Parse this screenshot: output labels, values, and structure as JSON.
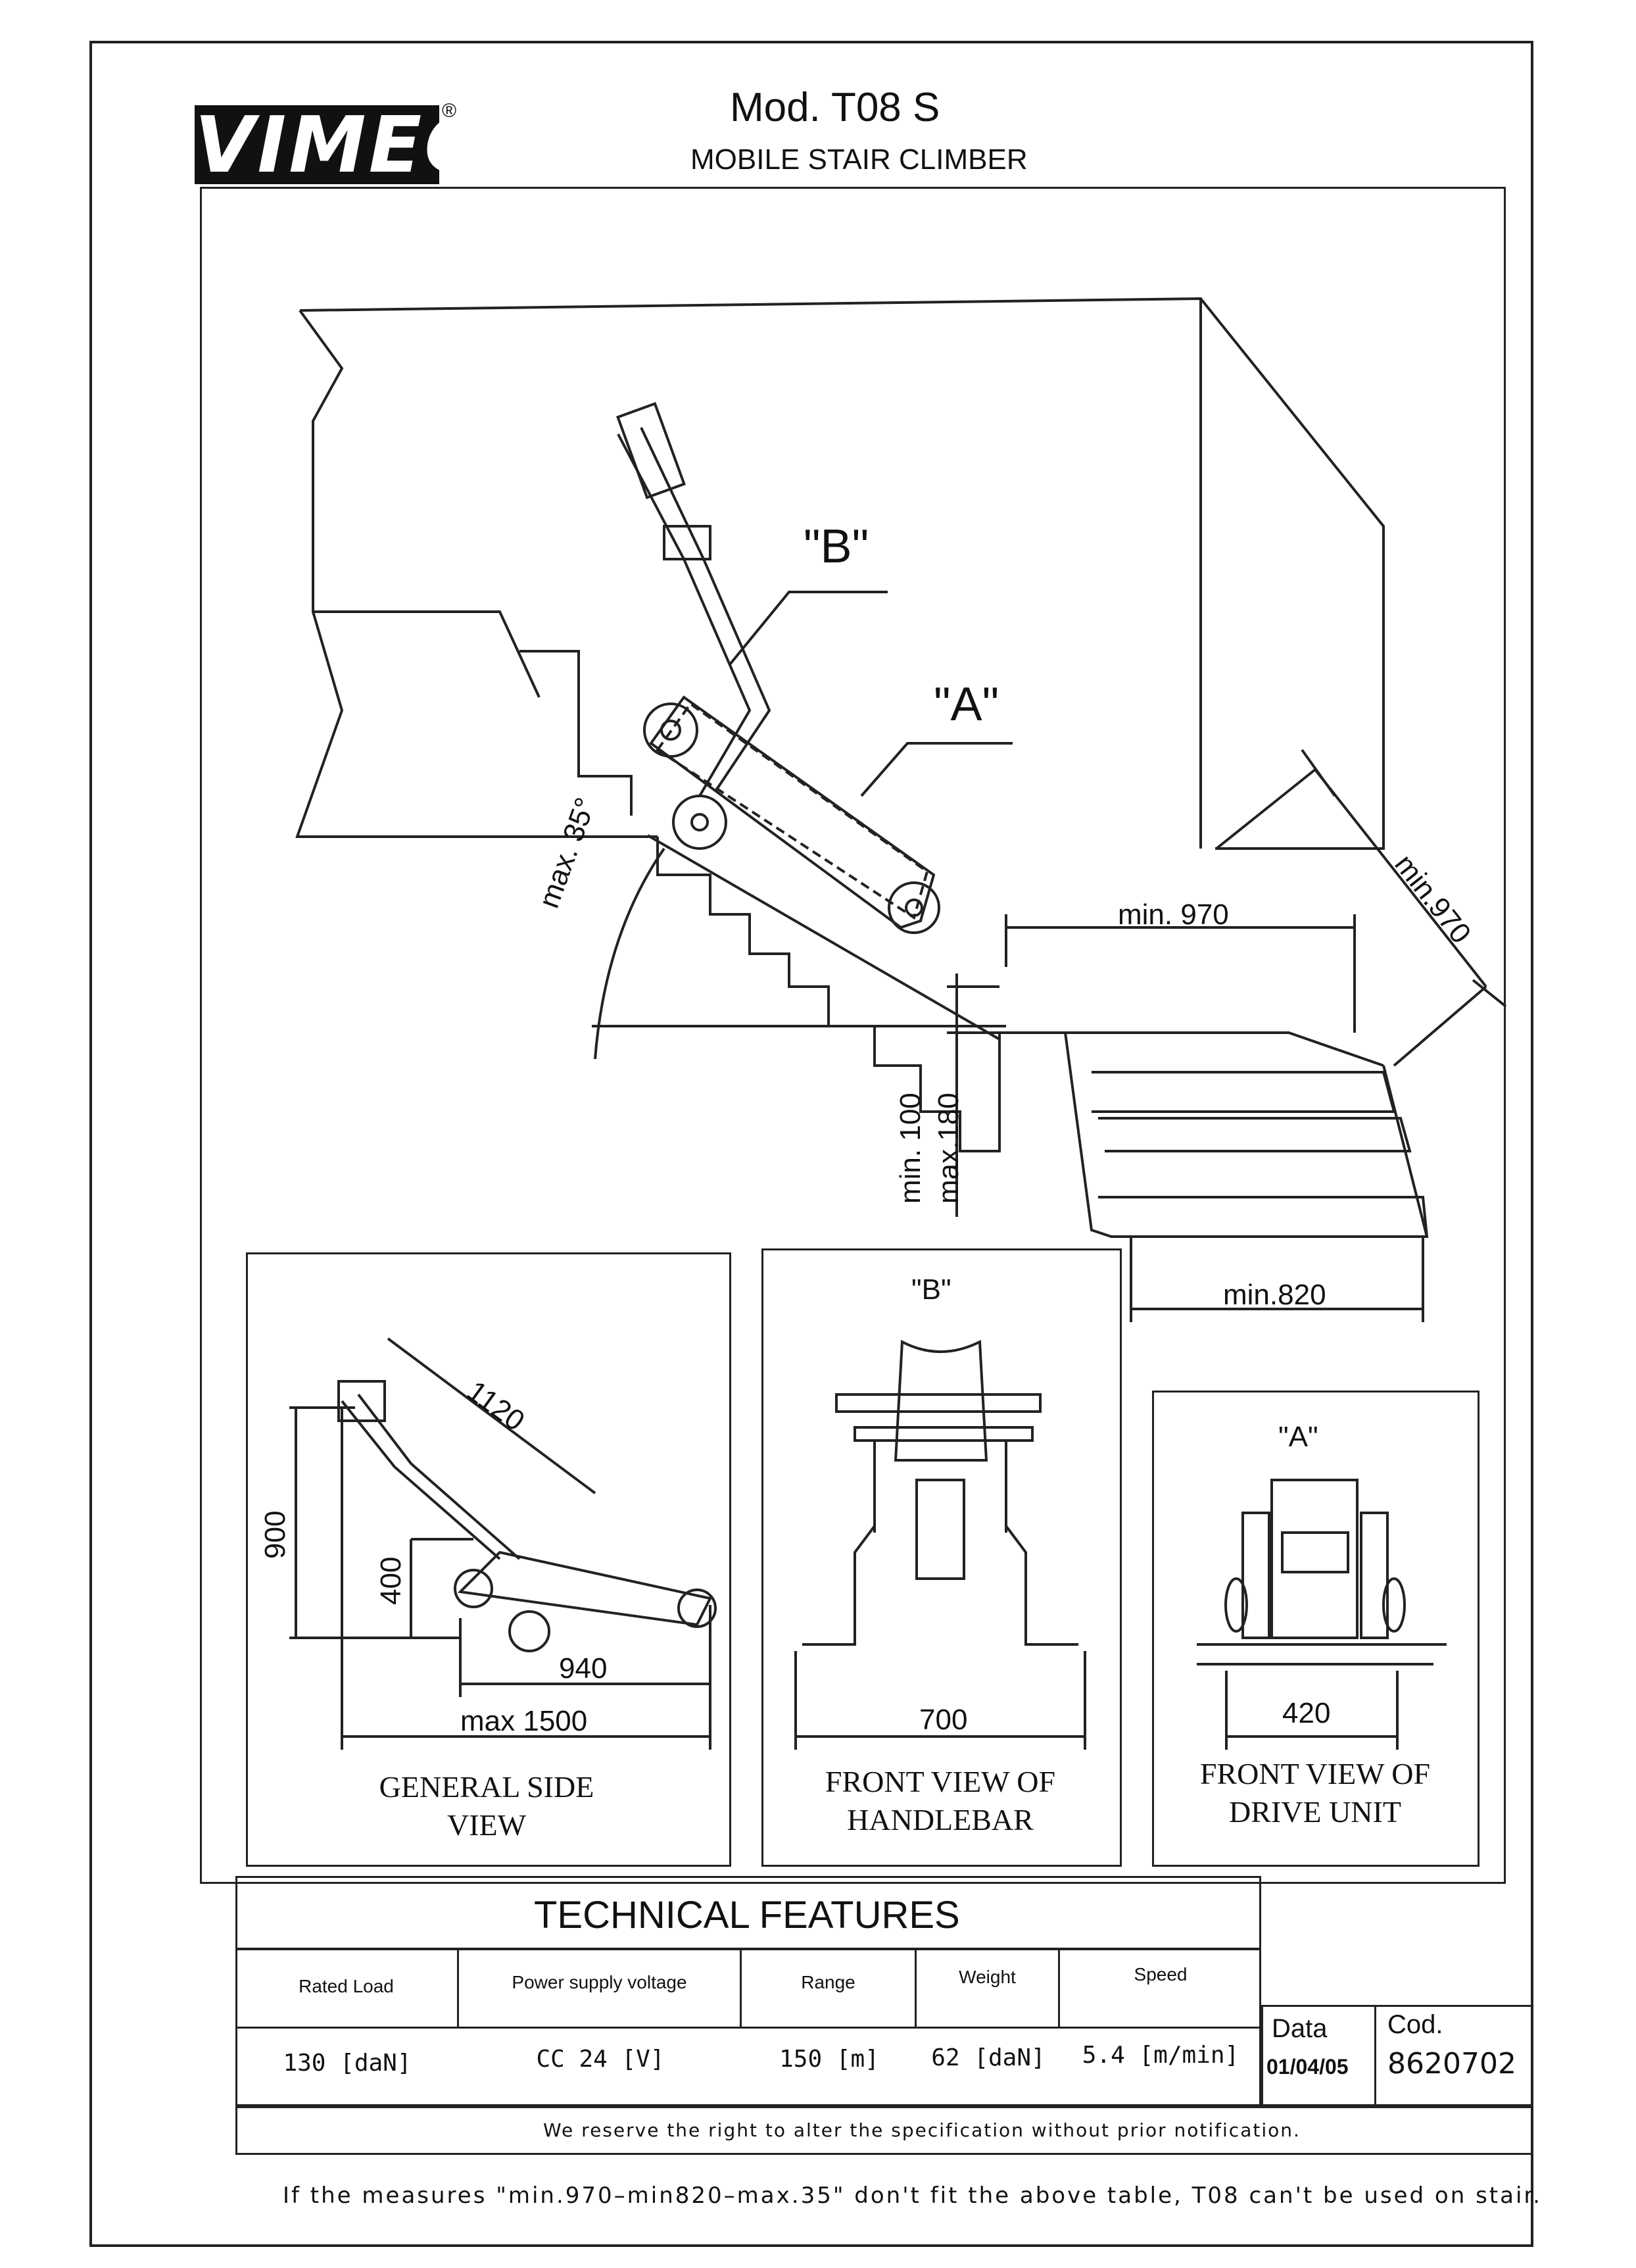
{
  "header": {
    "logo_text": "VIMEC",
    "registered_mark": "®",
    "model": "Mod.  T08 S",
    "subtitle": "MOBILE STAIR CLIMBER"
  },
  "main_drawing": {
    "label_b": "\"B\"",
    "label_a": "\"A\"",
    "angle_label": "max. 35°",
    "landing_width": "min. 970",
    "diagonal_width": "min.970",
    "step_rise_min": "min. 100",
    "step_rise_max": "max.180",
    "stair_width": "min.820"
  },
  "side_view": {
    "dim_length_diag": "1120",
    "dim_height": "900",
    "dim_track_height": "400",
    "dim_track_length": "940",
    "dim_total_length": "max 1500",
    "caption": [
      "GENERAL SIDE",
      "VIEW"
    ]
  },
  "handlebar_view": {
    "label": "\"B\"",
    "dim_width": "700",
    "caption": [
      "FRONT VIEW OF",
      "HANDLEBAR"
    ]
  },
  "drive_view": {
    "label": "\"A\"",
    "dim_width": "420",
    "caption": [
      "FRONT VIEW OF",
      "DRIVE UNIT"
    ]
  },
  "technical": {
    "title": "TECHNICAL FEATURES",
    "headers": [
      "Rated Load",
      "Power supply voltage",
      "Range",
      "Weight",
      "Speed"
    ],
    "values": [
      {
        "num": "130",
        "unit": "daN"
      },
      {
        "num": "CC 24",
        "unit": "V"
      },
      {
        "num": "150",
        "unit": "m"
      },
      {
        "num": "62",
        "unit": "daN"
      },
      {
        "num": "5.4",
        "unit": "m/min"
      }
    ],
    "data_label": "Data",
    "data_value": "01/04/05",
    "cod_label": "Cod.",
    "cod_value": "8620702",
    "note": "We reserve the right to alter the specification without prior notification."
  },
  "footer": "If the measures \"min.970–min820–max.35\" don't fit the above table, T08 can't be used on stair."
}
